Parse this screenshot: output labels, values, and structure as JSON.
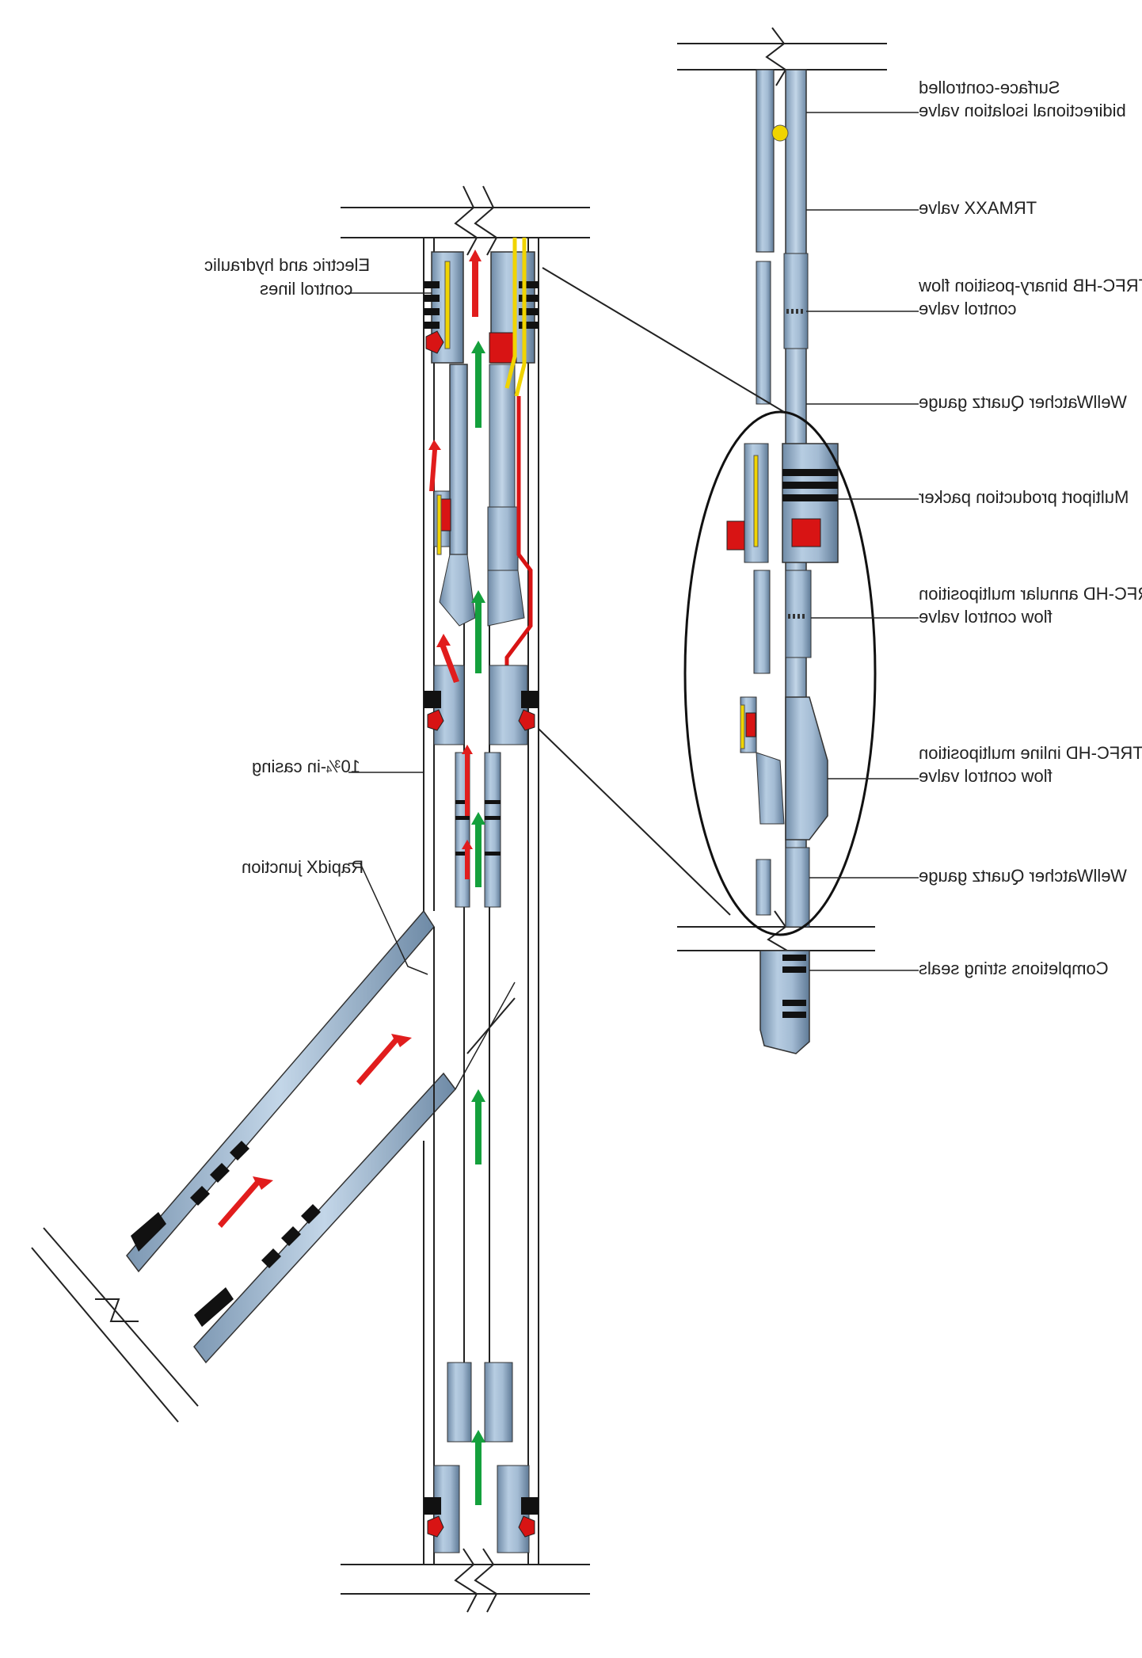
{
  "labels": {
    "electric_hydraulic": [
      "Electric and hydraulic",
      "control lines"
    ],
    "casing": "10¾-in casing",
    "rapidx": "RapidX junction",
    "isolation_valve": [
      "Surface-controlled",
      "bidirectional isolation valve"
    ],
    "trmaxx": "TRMAXX valve",
    "trfc_hb": [
      "TRFC-HB binary-position flow",
      "control valve"
    ],
    "wellwatcher_top": "WellWatcher Quartz gauge",
    "packer": "Multiport production packer",
    "trfc_hd_annular": [
      "TRFC-HD annular multiposition",
      "flow control valve"
    ],
    "trfc_hd_inline": [
      "TRFC-HD inline multiposition",
      "flow control valve"
    ],
    "wellwatcher_bottom": "WellWatcher Quartz gauge",
    "string_seals": "Completions string seals"
  },
  "colors": {
    "tool_fill": "#9db6cf",
    "tool_dark": "#5d7894",
    "arrow_red": "#e11d1d",
    "arrow_green": "#14a03c",
    "control_line_red": "#d81414",
    "control_line_yellow": "#f0d400",
    "seal_black": "#111111",
    "line": "#222222"
  }
}
